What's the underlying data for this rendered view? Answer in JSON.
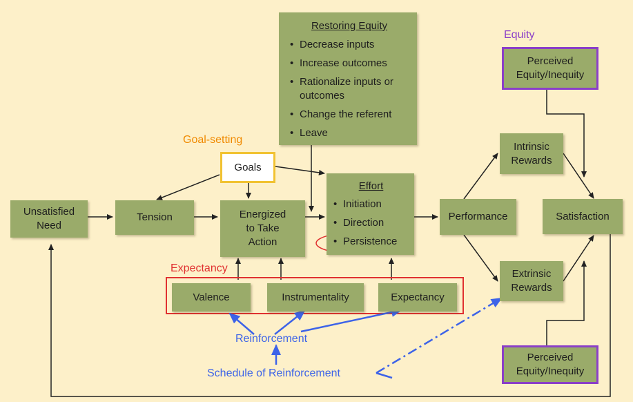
{
  "boxes": {
    "unsatisfied_need": "Unsatisfied Need",
    "tension": "Tension",
    "goals": "Goals",
    "energized": "Energized to Take Action",
    "effort": {
      "title": "Effort",
      "items": [
        "Initiation",
        "Direction",
        "Persistence"
      ]
    },
    "restoring": {
      "title": "Restoring Equity",
      "items": [
        "Decrease inputs",
        "Increase outcomes",
        "Rationalize inputs or outcomes",
        "Change the referent",
        "Leave"
      ]
    },
    "performance": "Performance",
    "intrinsic": "Intrinsic Rewards",
    "extrinsic": "Extrinsic Rewards",
    "satisfaction": "Satisfaction",
    "perceived_top": "Perceived Equity/Inequity",
    "perceived_bottom": "Perceived Equity/Inequity",
    "valence": "Valence",
    "instrumentality": "Instrumentality",
    "expectancy": "Expectancy"
  },
  "labels": {
    "goal_setting": "Goal-setting",
    "expectancy": "Expectancy",
    "equity": "Equity",
    "reinforcement": "Reinforcement",
    "schedule": "Schedule of Reinforcement"
  },
  "colors": {
    "box_fill": "#9aab6a",
    "background": "#fdf0c9",
    "goal_setting": "#f08a00",
    "expectancy": "#e03030",
    "equity": "#8b3fc8",
    "reinforcement": "#3d63e8"
  }
}
